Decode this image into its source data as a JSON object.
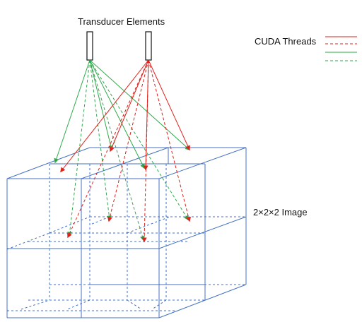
{
  "labels": {
    "transducer": "Transducer Elements",
    "legend_title": "CUDA Threads",
    "image": "2×2×2 Image"
  },
  "colors": {
    "grid": "#4472c4",
    "thread_red": "#e0201a",
    "thread_green": "#2eaa4a"
  },
  "legend": [
    {
      "color": "#e0201a",
      "style": "solid"
    },
    {
      "color": "#e0201a",
      "style": "dashed"
    },
    {
      "color": "#2eaa4a",
      "style": "solid"
    },
    {
      "color": "#2eaa4a",
      "style": "dashed"
    }
  ]
}
